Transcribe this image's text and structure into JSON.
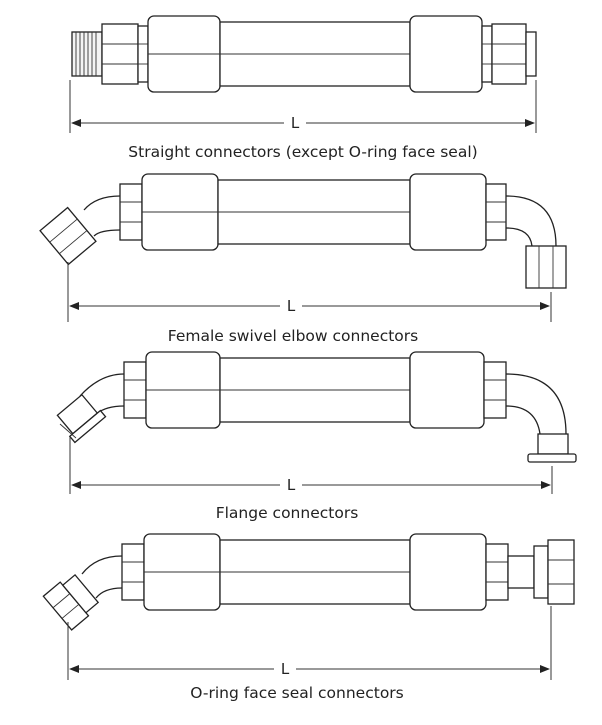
{
  "dimension_label": "L",
  "panels": [
    {
      "caption": "Straight connectors (except O-ring face seal)"
    },
    {
      "caption": "Female swivel elbow connectors"
    },
    {
      "caption": "Flange connectors"
    },
    {
      "caption": "O-ring face seal connectors"
    }
  ]
}
